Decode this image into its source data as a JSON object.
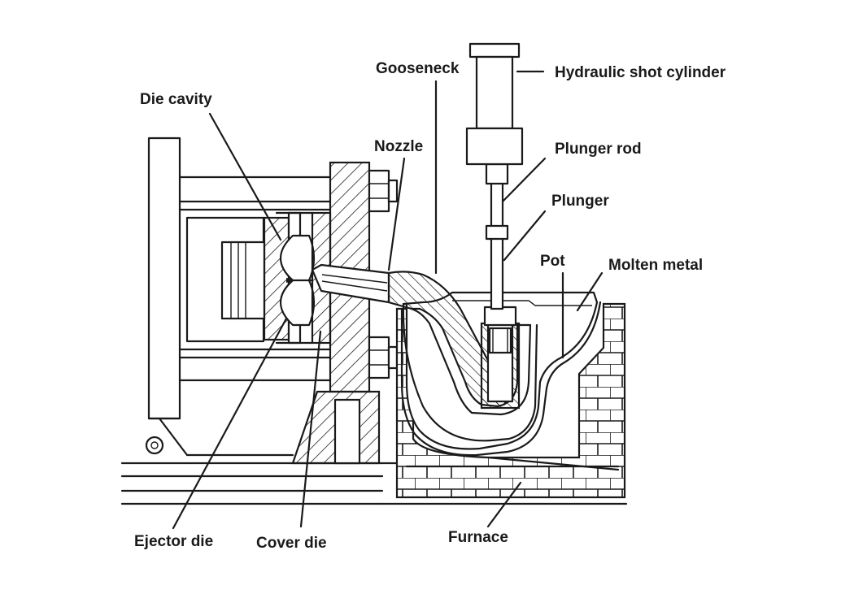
{
  "labels": {
    "gooseneck": "Gooseneck",
    "hydraulic_shot_cylinder": "Hydraulic shot cylinder",
    "die_cavity": "Die cavity",
    "nozzle": "Nozzle",
    "plunger_rod": "Plunger rod",
    "plunger": "Plunger",
    "pot": "Pot",
    "molten_metal": "Molten metal",
    "ejector_die": "Ejector die",
    "cover_die": "Cover die",
    "furnace": "Furnace"
  },
  "colors": {
    "line": "#1a1a1a",
    "background": "#ffffff"
  }
}
